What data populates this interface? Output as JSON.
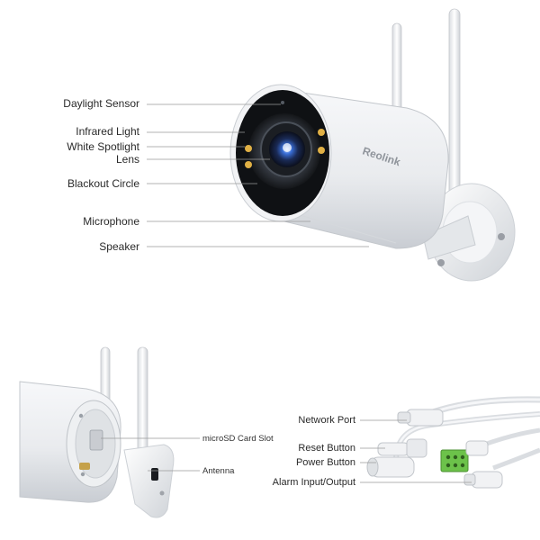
{
  "product": {
    "brand": "Reolink"
  },
  "top_labels": [
    "Daylight Sensor",
    "Infrared Light",
    "White Spotlight",
    "Lens",
    "Blackout Circle",
    "Microphone",
    "Speaker"
  ],
  "bottom_left_labels": [
    "microSD Card Slot",
    "Antenna"
  ],
  "bottom_right_labels": [
    "Network Port",
    "Reset Button",
    "Power Button",
    "Alarm Input/Output"
  ],
  "colors": {
    "background": "#ffffff",
    "camera_body": "#eceef1",
    "lens_ring": "#121418",
    "lens_glow": "#3a6fd8",
    "led": "#e0b045",
    "terminal_green": "#6cc24a",
    "leader_line": "#9a9a9a"
  }
}
